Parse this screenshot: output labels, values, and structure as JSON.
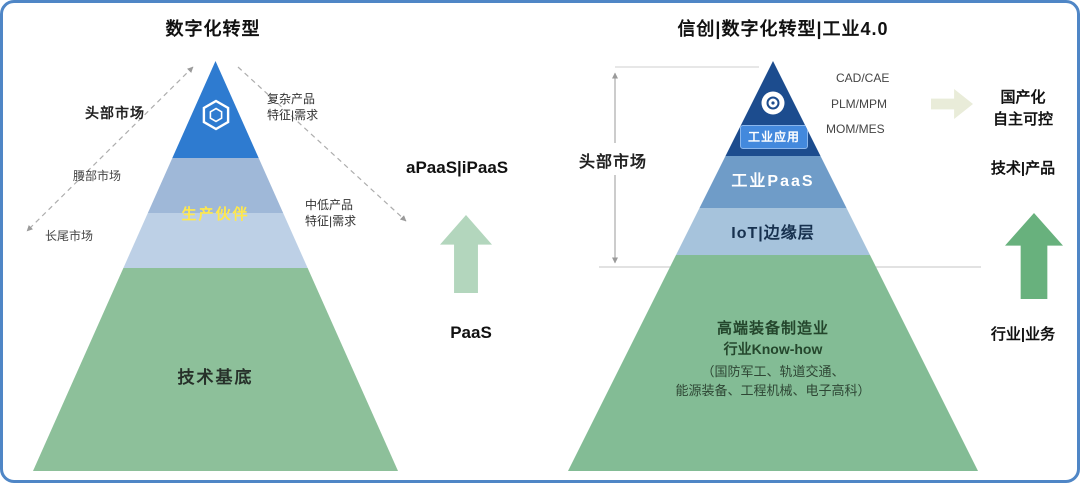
{
  "left_chart": {
    "title": "数字化转型",
    "market_labels": {
      "top": "头部市场",
      "middle": "腰部市场",
      "tail": "长尾市场"
    },
    "demand_labels": {
      "complex_line1": "复杂产品",
      "complex_line2": "特征|需求",
      "mid_low_line1": "中低产品",
      "mid_low_line2": "特征|需求"
    },
    "pyramid": {
      "partner": "生产伙伴",
      "base": "技术基底"
    },
    "side": {
      "apaas": "aPaaS|iPaaS",
      "paas": "PaaS"
    }
  },
  "right_chart": {
    "title": "信创|数字化转型|工业4.0",
    "market_label": "头部市场",
    "pyramid": {
      "app": "工业应用",
      "paas": "工业PaaS",
      "iot": "IoT|边缘层",
      "base_line1": "高端装备制造业",
      "base_line2": "行业Know-how",
      "base_line3": "（国防军工、轨道交通、",
      "base_line4": "能源装备、工程机械、电子高科）"
    },
    "tech_labels": {
      "cad": "CAD/CAE",
      "plm": "PLM/MPM",
      "mom": "MOM/MES"
    },
    "side": {
      "localization_line1": "国产化",
      "localization_line2": "自主可控",
      "tech_product": "技术|产品",
      "industry_business": "行业|业务"
    }
  },
  "colors": {
    "border": "#4f86c6",
    "left_pyramid_top": "#2e7bd0",
    "left_pyramid_band2": "#9fb8d8",
    "left_pyramid_band3": "#bdd0e6",
    "left_pyramid_green": "#8dc09a",
    "right_pyramid_top": "#1c4c8e",
    "right_pyramid_band2": "#6f9cc8",
    "right_pyramid_band3": "#a6c3dc",
    "right_pyramid_green": "#83bc95",
    "partner_yellow": "#ffe84d",
    "arrow_light_green": "#b3d6bd",
    "arrow_green": "#68b17d",
    "arrow_pale": "#e9ecd9"
  }
}
